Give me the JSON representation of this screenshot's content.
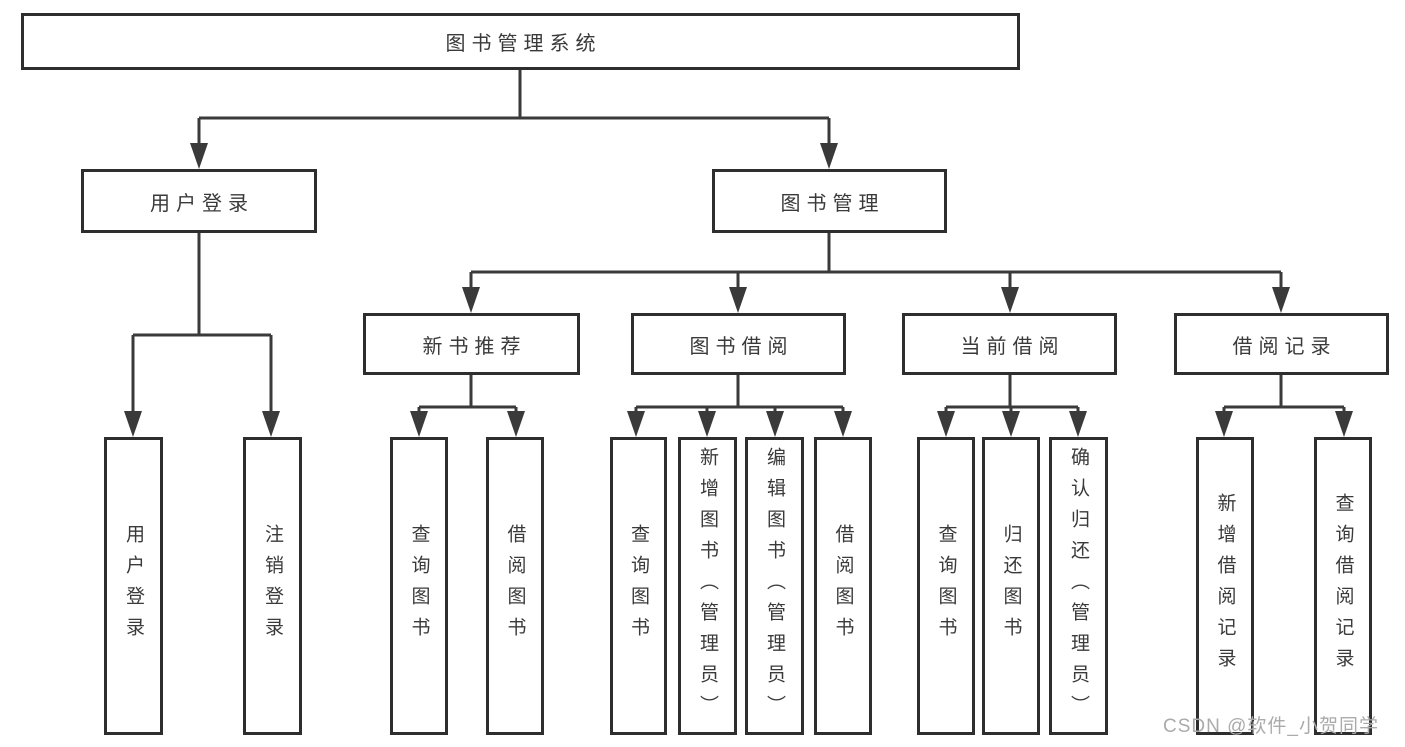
{
  "tree": {
    "root": {
      "label": "图书管理系统"
    },
    "branches": [
      {
        "label": "用户登录",
        "children": [
          {
            "label": "用户登录"
          },
          {
            "label": "注销登录"
          }
        ]
      },
      {
        "label": "图书管理",
        "children": [
          {
            "label": "新书推荐",
            "children": [
              {
                "label": "查询图书"
              },
              {
                "label": "借阅图书"
              }
            ]
          },
          {
            "label": "图书借阅",
            "children": [
              {
                "label": "查询图书"
              },
              {
                "label": "新增图书（管理员）"
              },
              {
                "label": "编辑图书（管理员）"
              },
              {
                "label": "借阅图书"
              }
            ]
          },
          {
            "label": "当前借阅",
            "children": [
              {
                "label": "查询图书"
              },
              {
                "label": "归还图书"
              },
              {
                "label": "确认归还（管理员）"
              }
            ]
          },
          {
            "label": "借阅记录",
            "children": [
              {
                "label": "新增借阅记录"
              },
              {
                "label": "查询借阅记录"
              }
            ]
          }
        ]
      }
    ]
  },
  "watermark": {
    "text": "CSDN @软件_小贺同学"
  },
  "colors": {
    "line": "#3a3a3a",
    "box_border": "#2e2e2e",
    "text": "#3a3a3a",
    "watermark_text": "#ababab",
    "background": "#ffffff"
  }
}
